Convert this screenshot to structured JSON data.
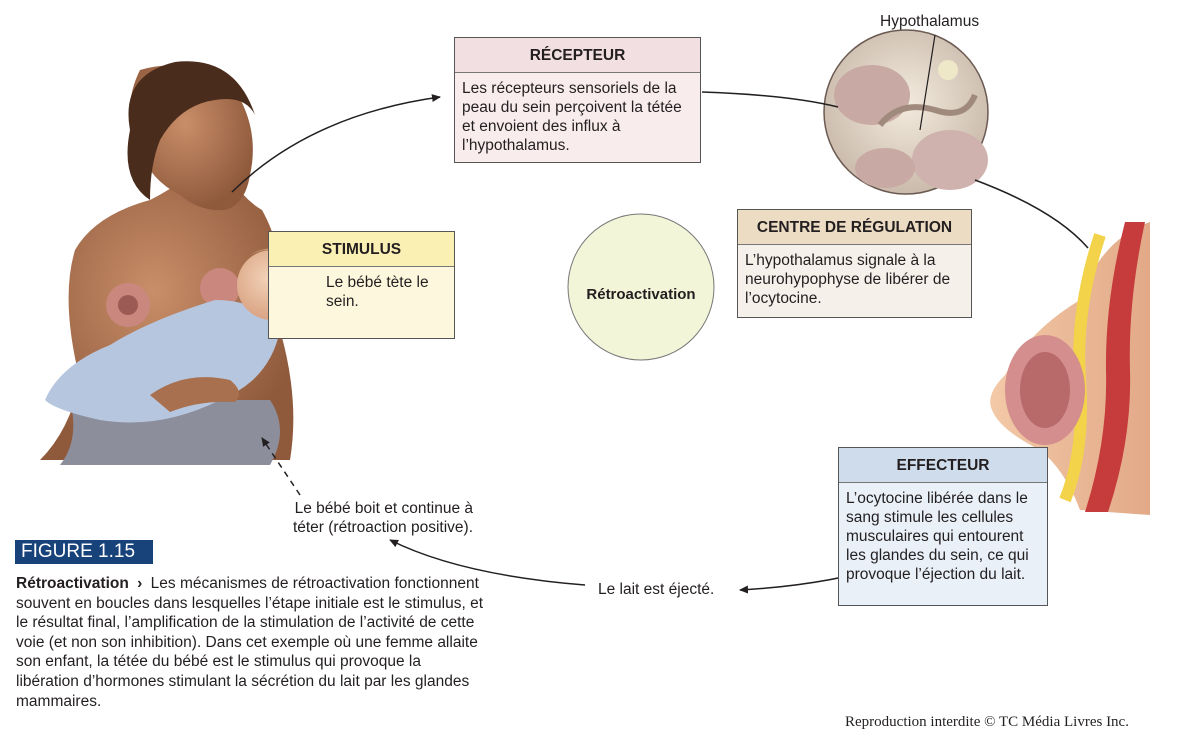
{
  "boxes": {
    "recepteur": {
      "title": "RÉCEPTEUR",
      "body": "Les récepteurs sensoriels de la peau du sein perçoivent la tétée et envoient des influx à l’hypothalamus."
    },
    "stimulus": {
      "title": "STIMULUS",
      "body": "Le bébé tète le sein."
    },
    "centre": {
      "title": "CENTRE DE RÉGULATION",
      "body": "L’hypothalamus signale à la neurohypophyse de libérer de l’ocytocine."
    },
    "effecteur": {
      "title": "EFFECTEUR",
      "body": "L’ocytocine libérée dans le sang stimule les cellules musculaires qui entourent les glandes du sein, ce qui provoque l’éjection du lait."
    }
  },
  "center_label": "Rétroactivation",
  "hypothalamus_label": "Hypothalamus",
  "loop_labels": {
    "milk": "Le lait est éjecté.",
    "baby": "Le bébé boit et continue à téter (rétroaction positive)."
  },
  "figure": {
    "badge": "FIGURE 1.15",
    "caption_title": "Rétroactivation",
    "caption_arrow": "›",
    "caption_text": "Les mécanismes de rétroactivation fonctionnent souvent en boucles dans lesquelles l’étape initiale est le stimulus, et le résultat final, l’amplification de la stimulation de l’activité de cette voie (et non son inhibition). Dans cet exemple où une femme allaite son enfant, la tétée du bébé est le stimulus qui provoque la libération d’hormones stimulant la sécrétion du lait par les glandes mammaires."
  },
  "credit": "Reproduction interdite © TC Média Livres Inc.",
  "colors": {
    "recepteur_header": "#f2dfe1",
    "recepteur_body": "#f8eced",
    "stimulus_header": "#fbf0b3",
    "stimulus_body": "#fdf8dd",
    "centre_header": "#ecdcc3",
    "centre_body": "#f5f0ea",
    "effecteur_header": "#cfdcec",
    "effecteur_body": "#e9f0f8",
    "center_circle": "#f3f5d9",
    "figure_badge": "#17427a"
  }
}
